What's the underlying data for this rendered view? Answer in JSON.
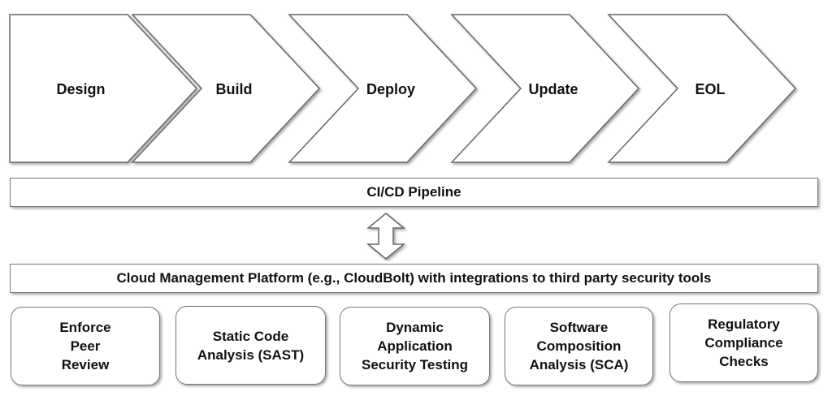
{
  "stages": [
    {
      "label": "Design"
    },
    {
      "label": "Build"
    },
    {
      "label": "Deploy"
    },
    {
      "label": "Update"
    },
    {
      "label": "EOL"
    }
  ],
  "pipeline": {
    "label": "CI/CD Pipeline"
  },
  "connector": {
    "icon": "double-arrow-vertical-icon"
  },
  "platform": {
    "label": "Cloud Management Platform (e.g., CloudBolt) with integrations to third party security tools"
  },
  "tools": [
    {
      "lines": [
        "Enforce",
        "Peer",
        "Review"
      ]
    },
    {
      "lines": [
        "Static Code",
        "Analysis (SAST)"
      ]
    },
    {
      "lines": [
        "Dynamic",
        "Application",
        "Security Testing"
      ]
    },
    {
      "lines": [
        "Software",
        "Composition",
        "Analysis (SCA)"
      ]
    },
    {
      "lines": [
        "Regulatory",
        "Compliance",
        "Checks"
      ]
    }
  ]
}
